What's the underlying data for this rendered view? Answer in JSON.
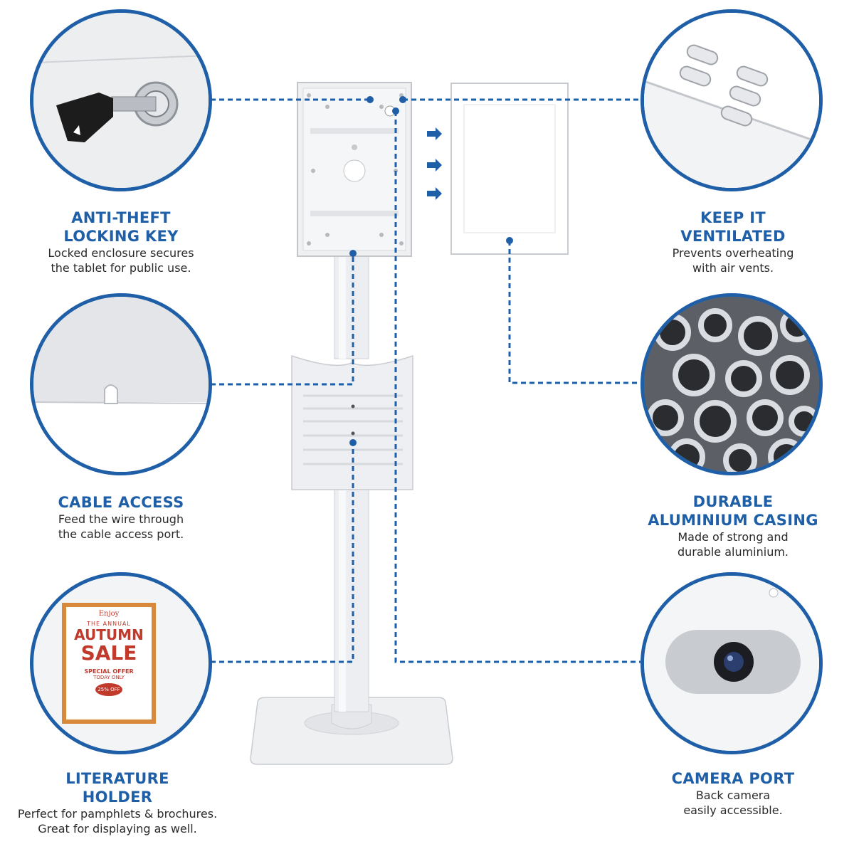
{
  "features": [
    {
      "id": "anti-theft",
      "title1": "ANTI-THEFT",
      "title2": "LOCKING KEY",
      "desc1": "Locked enclosure secures",
      "desc2": "the tablet for public use."
    },
    {
      "id": "cable",
      "title1": "CABLE ACCESS",
      "title2": "",
      "desc1": "Feed the wire through",
      "desc2": "the cable access port."
    },
    {
      "id": "literature",
      "title1": "LITERATURE",
      "title2": "HOLDER",
      "desc1": "Perfect for pamphlets & brochures.",
      "desc2": "Great for displaying as well."
    },
    {
      "id": "ventilated",
      "title1": "KEEP IT",
      "title2": "VENTILATED",
      "desc1": "Prevents overheating",
      "desc2": "with air vents."
    },
    {
      "id": "aluminium",
      "title1": "DURABLE",
      "title2": "ALUMINIUM CASING",
      "desc1": "Made of strong and",
      "desc2": "durable aluminium."
    },
    {
      "id": "camera",
      "title1": "CAMERA PORT",
      "title2": "",
      "desc1": "Back camera",
      "desc2": "easily accessible."
    }
  ],
  "brochure": {
    "small": "Enjoy",
    "line1": "THE ANNUAL",
    "line2": "AUTUMN",
    "line3": "SALE",
    "line4": "SPECIAL OFFER",
    "line5": "TODAY ONLY",
    "badge": "25% OFF"
  },
  "colors": {
    "accent": "#1f5fa8",
    "stand": "#e9ebee"
  }
}
